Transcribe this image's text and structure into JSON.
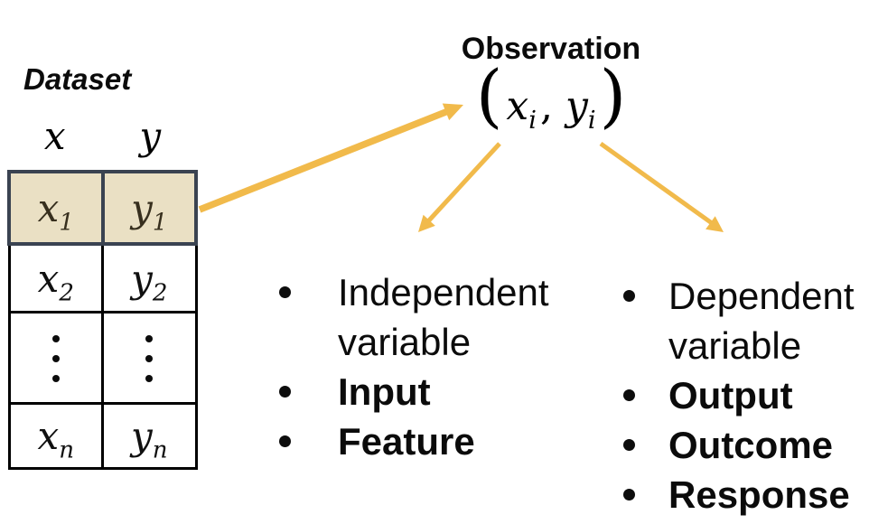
{
  "dataset": {
    "label": "Dataset",
    "columns": {
      "x": "x",
      "y": "y"
    },
    "rows": [
      {
        "x": "x",
        "x_sub": "1",
        "y": "y",
        "y_sub": "1",
        "highlighted": true
      },
      {
        "x": "x",
        "x_sub": "2",
        "y": "y",
        "y_sub": "2",
        "highlighted": false
      },
      {
        "x": "⋮",
        "y": "⋮",
        "highlighted": false
      },
      {
        "x": "x",
        "x_sub": "n",
        "y": "y",
        "y_sub": "n",
        "highlighted": false
      }
    ]
  },
  "observation": {
    "title": "Observation",
    "expression": {
      "open": "(",
      "x": "x",
      "x_sub": "i",
      "comma": ",",
      "y": "y",
      "y_sub": "i",
      "close": ")"
    }
  },
  "independent_list": {
    "items": [
      {
        "label": "Independent variable",
        "bold": false
      },
      {
        "label": "Input",
        "bold": true
      },
      {
        "label": "Feature",
        "bold": true
      }
    ]
  },
  "dependent_list": {
    "items": [
      {
        "label": "Dependent variable",
        "bold": false
      },
      {
        "label": "Output",
        "bold": true
      },
      {
        "label": "Outcome",
        "bold": true
      },
      {
        "label": "Response",
        "bold": true
      }
    ]
  },
  "colors": {
    "arrow": "#F1BA4B",
    "highlight_bg": "#EAE0C4",
    "highlight_border": "#3A4351",
    "table_border": "#000000"
  }
}
